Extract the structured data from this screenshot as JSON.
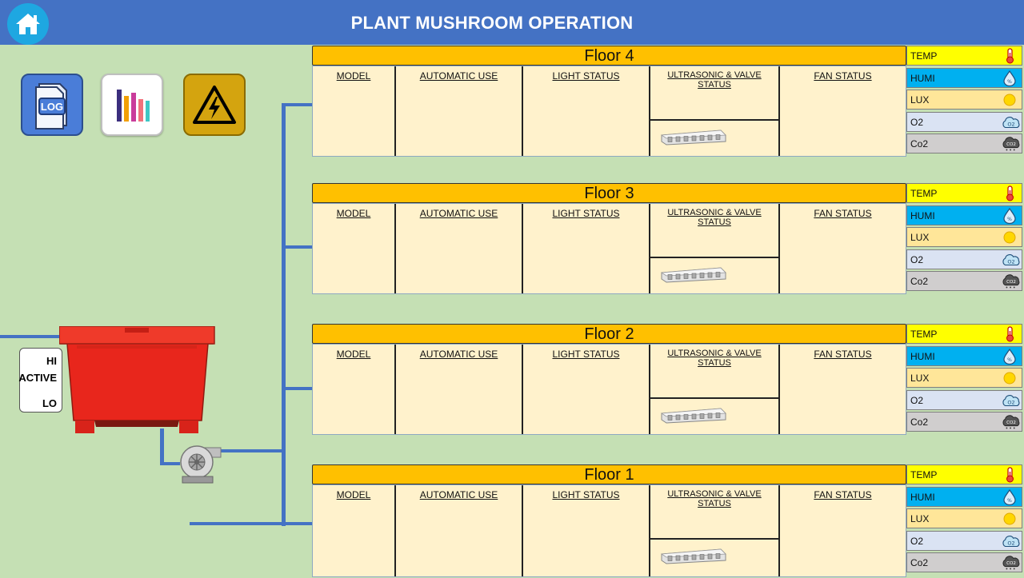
{
  "header": {
    "title": "PLANT MUSHROOM OPERATION"
  },
  "toolbar": {
    "log_label": "LOG"
  },
  "tank": {
    "level_hi": "HI",
    "level_active": "ACTIVE",
    "level_lo": "LO"
  },
  "columns": [
    "MODEL",
    "AUTOMATIC USE",
    "LIGHT  STATUS",
    "ULTRASONIC & VALVE STATUS",
    "FAN STATUS"
  ],
  "sensors": [
    {
      "label": "TEMP",
      "color": "#ffff00",
      "icon": "thermometer-icon"
    },
    {
      "label": "HUMI",
      "color": "#00b0f0",
      "icon": "water-drop-icon"
    },
    {
      "label": "LUX",
      "color": "#ffe699",
      "icon": "sun-icon"
    },
    {
      "label": "O2",
      "color": "#dae3f3",
      "icon": "o2-cloud-icon"
    },
    {
      "label": "Co2",
      "color": "#d0cece",
      "icon": "co2-cloud-icon"
    }
  ],
  "floors": [
    {
      "name": "Floor 4"
    },
    {
      "name": "Floor 3"
    },
    {
      "name": "Floor 2"
    },
    {
      "name": "Floor 1"
    }
  ]
}
